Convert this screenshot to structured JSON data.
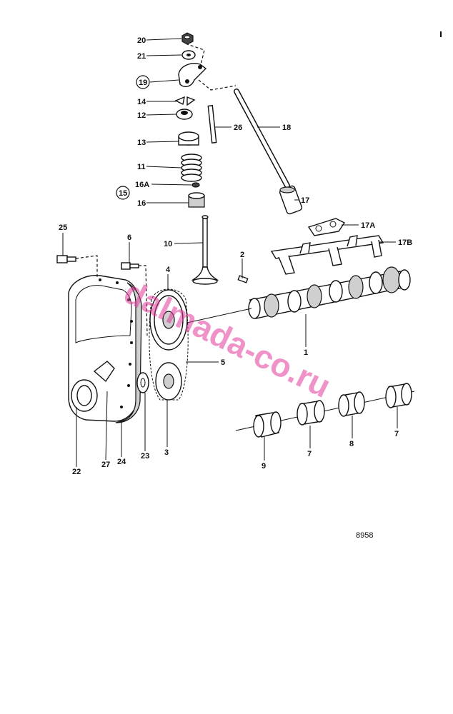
{
  "figure_number": "8958",
  "watermark": "dalmada-co.ru",
  "callouts": {
    "c20": "20",
    "c21": "21",
    "c19": "19",
    "c14": "14",
    "c12": "12",
    "c13": "13",
    "c11": "11",
    "c16a": "16A",
    "c15": "15",
    "c16": "16",
    "c10": "10",
    "c26": "26",
    "c18": "18",
    "c17": "17",
    "c17a": "17A",
    "c17b": "17B",
    "c25": "25",
    "c6": "6",
    "c2": "2",
    "c4": "4",
    "c5": "5",
    "c1": "1",
    "c22": "22",
    "c27": "27",
    "c24": "24",
    "c23": "23",
    "c3": "3",
    "c9": "9",
    "c7a": "7",
    "c8": "8",
    "c7b": "7"
  }
}
